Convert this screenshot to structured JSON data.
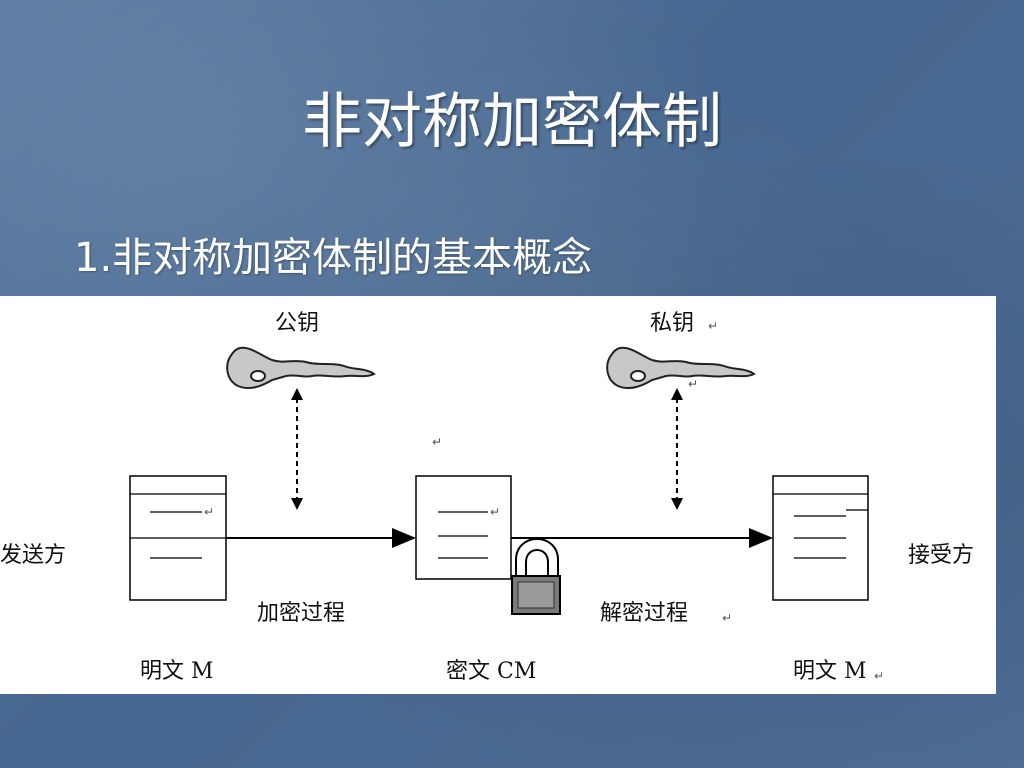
{
  "slide": {
    "title": "非对称加密体制",
    "subtitle": "1.非对称加密体制的基本概念"
  },
  "diagram": {
    "public_key_label": "公钥",
    "private_key_label": "私钥",
    "sender_label": "发送方",
    "receiver_label": "接受方",
    "encrypt_label": "加密过程",
    "decrypt_label": "解密过程",
    "plaintext_left_label": "明文 M",
    "ciphertext_label": "密文  CM",
    "plaintext_right_label": "明文 M",
    "return_mark": "↵"
  },
  "colors": {
    "background": "#4a6b94",
    "key_fill": "#c8c8c8",
    "lock_body": "#7a7a7a"
  }
}
